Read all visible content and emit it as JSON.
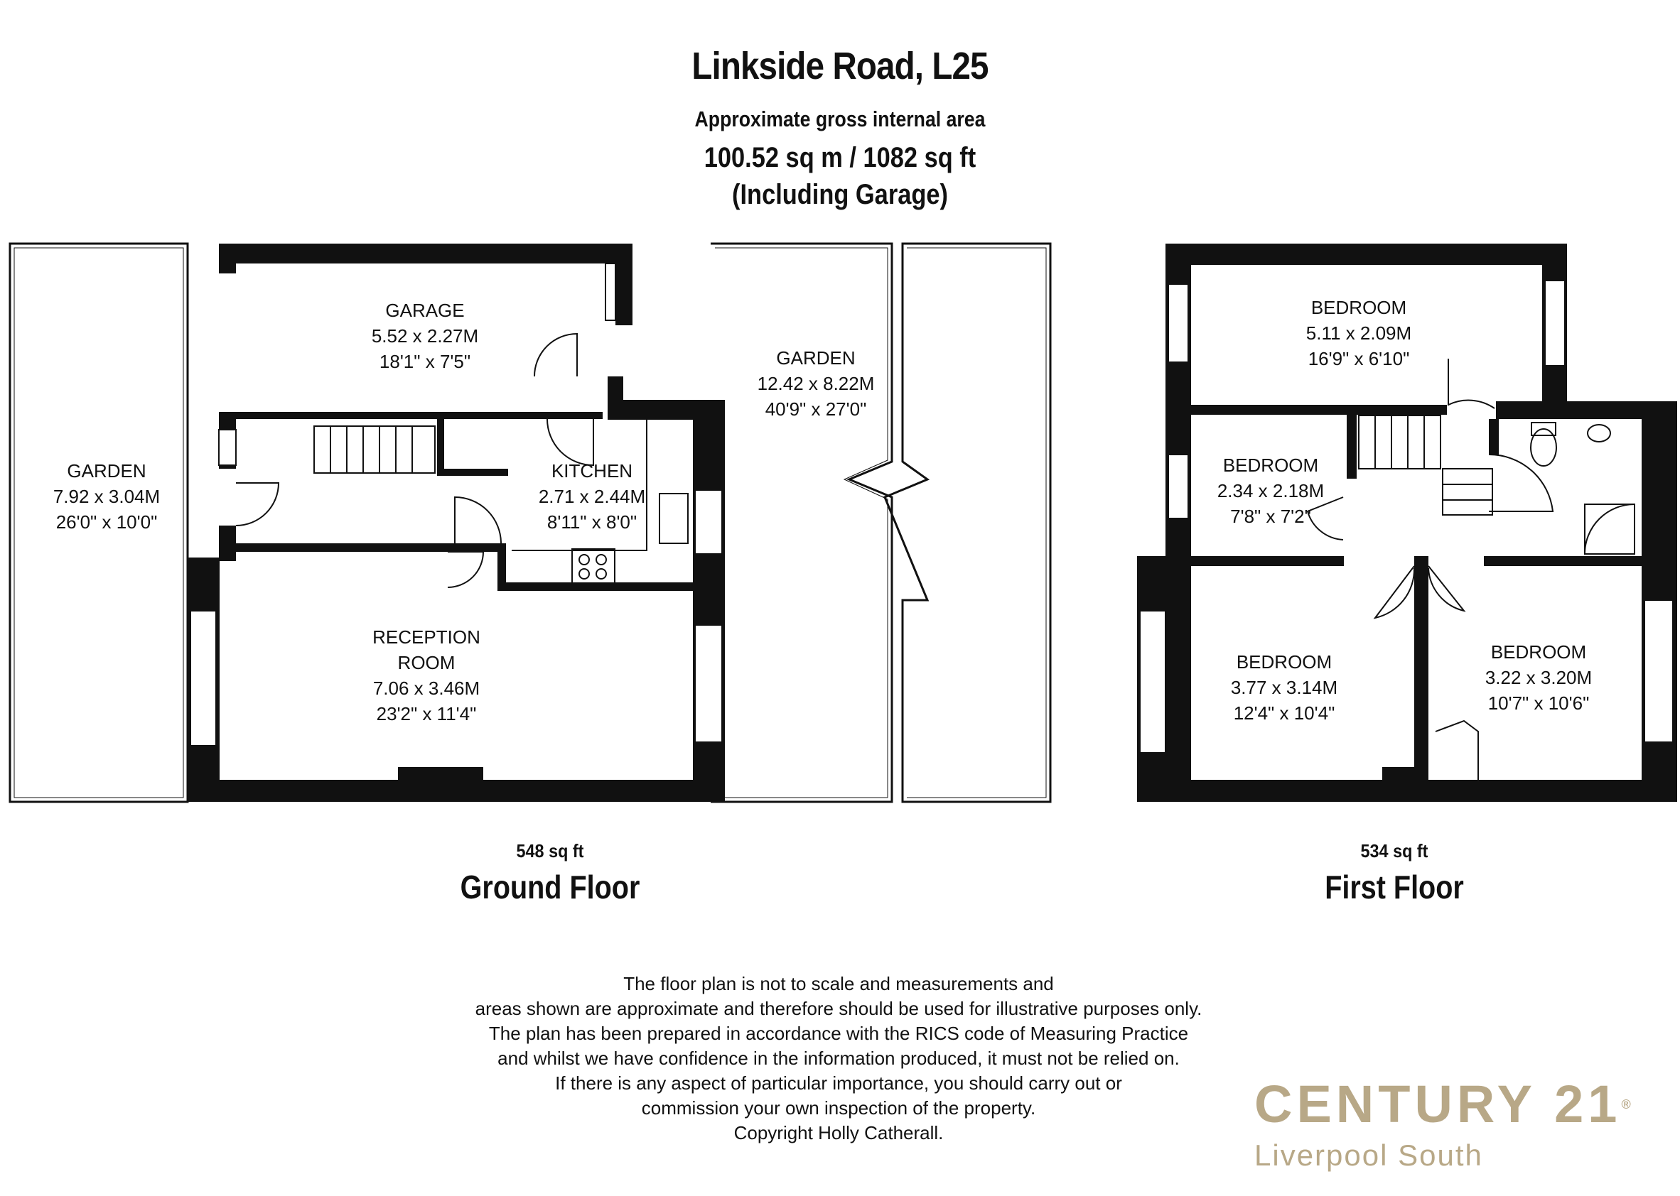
{
  "header": {
    "title": "Linkside Road, L25",
    "subtitle": "Approximate gross internal area",
    "total_area": "100.52 sq m /  1082 sq ft",
    "total_note": "(Including Garage)"
  },
  "ground_floor": {
    "area": "548 sq ft",
    "name": "Ground Floor",
    "rooms": {
      "garden_left": [
        "GARDEN",
        "7.92 x 3.04M",
        "26'0\" x 10'0\""
      ],
      "garage": [
        "GARAGE",
        "5.52 x 2.27M",
        "18'1\" x 7'5\""
      ],
      "garden_right": [
        "GARDEN",
        "12.42 x 8.22M",
        "40'9\" x 27'0\""
      ],
      "kitchen": [
        "KITCHEN",
        "2.71 x 2.44M",
        "8'11\" x 8'0\""
      ],
      "reception": [
        "RECEPTION",
        "ROOM",
        "7.06 x 3.46M",
        "23'2\" x 11'4\""
      ]
    }
  },
  "first_floor": {
    "area": "534 sq ft",
    "name": "First Floor",
    "rooms": {
      "bedroom_top": [
        "BEDROOM",
        "5.11 x 2.09M",
        "16'9\" x 6'10\""
      ],
      "bedroom_small": [
        "BEDROOM",
        "2.34 x 2.18M",
        "7'8\" x 7'2\""
      ],
      "bedroom_left": [
        "BEDROOM",
        "3.77 x 3.14M",
        "12'4\" x 10'4\""
      ],
      "bedroom_right": [
        "BEDROOM",
        "3.22 x 3.20M",
        "10'7\" x 10'6\""
      ]
    }
  },
  "disclaimer": [
    "The floor plan is not to scale and measurements and",
    "areas shown are approximate and therefore should be used for illustrative purposes only.",
    "The plan has been prepared in accordance with the RICS code of Measuring Practice",
    "and whilst we have confidence in the information produced, it must not be relied on.",
    "If there is any aspect of particular importance, you should carry out or",
    "commission your own inspection of the property.",
    "Copyright Holly Catherall."
  ],
  "brand": {
    "name": "CENTURY 21",
    "trademark": "®",
    "office": "Liverpool South",
    "color": "#b8a887"
  }
}
